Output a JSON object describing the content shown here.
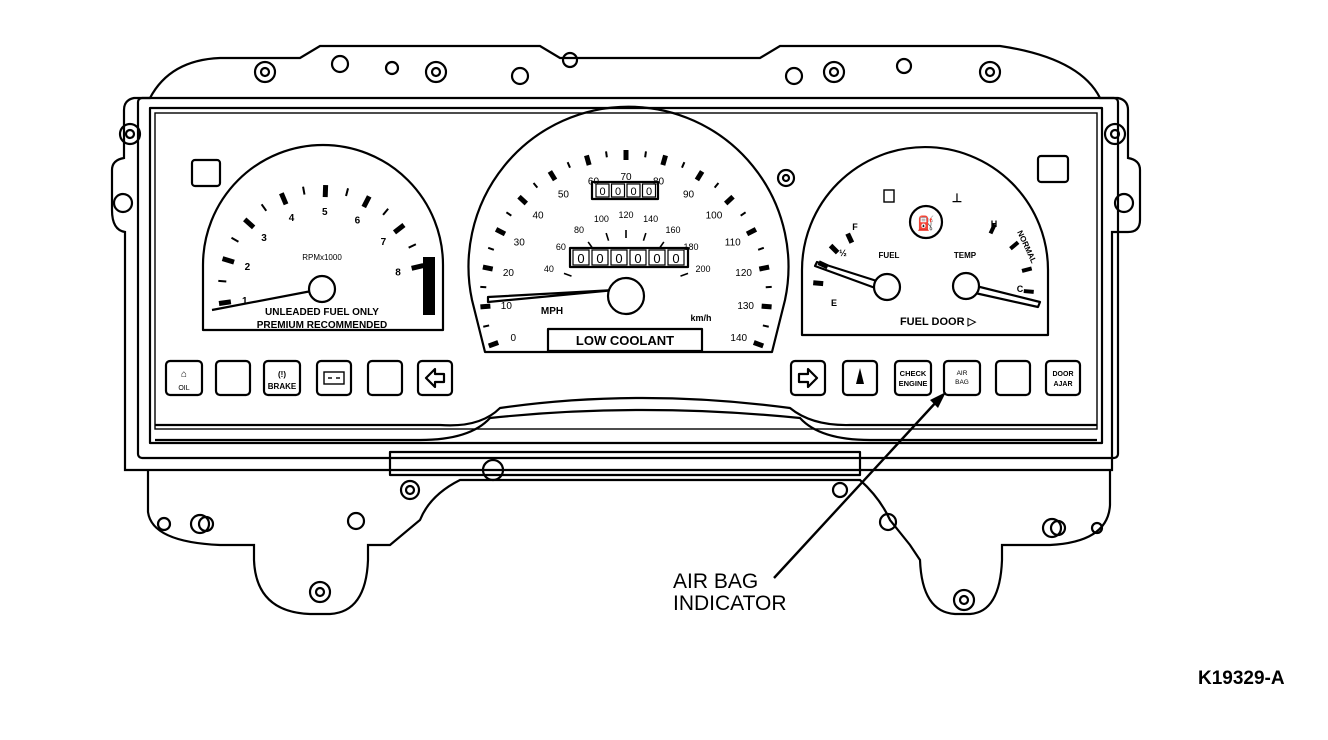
{
  "figure_id": "K19329-A",
  "callout": {
    "line1": "AIR BAG",
    "line2": "INDICATOR"
  },
  "tachometer": {
    "scale_label": "RPMx1000",
    "ticks": [
      "1",
      "2",
      "3",
      "4",
      "5",
      "6",
      "7",
      "8"
    ],
    "note_line1": "UNLEADED FUEL ONLY",
    "note_line2": "PREMIUM RECOMMENDED"
  },
  "speedometer": {
    "mph_ticks": [
      "0",
      "10",
      "20",
      "30",
      "40",
      "50",
      "60",
      "70",
      "80",
      "90",
      "100",
      "110",
      "120",
      "130",
      "140"
    ],
    "kmh_ticks": [
      "40",
      "60",
      "80",
      "100",
      "120",
      "140",
      "160",
      "180",
      "200"
    ],
    "mph_label": "MPH",
    "kmh_label": "km/h",
    "trip_odometer": "0000",
    "odometer": "000000",
    "warning": "LOW COOLANT"
  },
  "fuel_temp": {
    "fuel_label": "FUEL",
    "temp_label": "TEMP",
    "fuel_marks": {
      "full": "F",
      "half": "½",
      "empty": "E"
    },
    "temp_marks": {
      "hot": "H",
      "normal": "NORMAL",
      "cold": "C"
    },
    "fuel_door": "FUEL DOOR ▷"
  },
  "warning_lights": {
    "oil": "OIL",
    "brake_top": "(!)",
    "brake": "BRAKE",
    "check_top": "CHECK",
    "check_bottom": "ENGINE",
    "airbag_top": "AIR",
    "airbag_bottom": "BAG",
    "door_top": "DOOR",
    "door_bottom": "AJAR"
  }
}
